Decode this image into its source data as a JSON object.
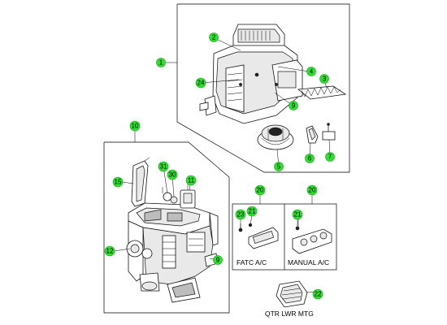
{
  "callouts": {
    "c1": "1",
    "c2": "2",
    "c3": "3",
    "c4": "4",
    "c5": "5",
    "c6": "6",
    "c7": "7",
    "c9a": "9",
    "c24": "24",
    "c10": "10",
    "c15": "15",
    "c31": "31",
    "c30": "30",
    "c11": "11",
    "c12": "12",
    "c9b": "9",
    "c20a": "20",
    "c20b": "20",
    "c23": "23",
    "c21a": "21",
    "c21b": "21",
    "c22": "22"
  },
  "captions": {
    "fatc": "FATC A/C",
    "manual": "MANUAL A/C",
    "qtr": "QTR LWR MTG"
  },
  "colors": {
    "badge_fill": "#2fe12f",
    "badge_stroke": "#1a9e1a",
    "line": "#000000"
  }
}
